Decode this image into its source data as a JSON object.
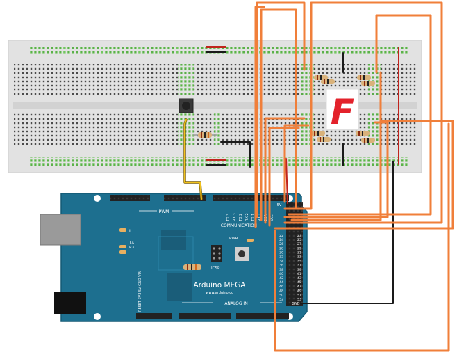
{
  "board": {
    "name": "Arduino MEGA",
    "url": "www.arduino.cc",
    "pwm_label": "PWM",
    "communication_label": "COMMUNICATION",
    "analog_label": "ANALOG IN",
    "icsp_label": "ICSP",
    "pwr_label": "PWR",
    "led_l": "L",
    "led_tx": "TX",
    "led_rx": "RX",
    "power_pins_label": "RESET 3V3 5V GND VIN",
    "comm_pins": [
      "TX 3",
      "RX 3",
      "TX 2",
      "RX 2",
      "TX 1",
      "RX 1",
      "SDA",
      "SCL"
    ],
    "digital_left": [
      "22",
      "24",
      "26",
      "28",
      "30",
      "32",
      "34",
      "36",
      "38",
      "40",
      "42",
      "44",
      "46",
      "48",
      "50",
      "52"
    ],
    "digital_right": [
      "23",
      "25",
      "27",
      "29",
      "31",
      "33",
      "35",
      "37",
      "39",
      "41",
      "43",
      "45",
      "47",
      "49",
      "51",
      "53"
    ],
    "digital_header_bottom": "GND",
    "digital_header_top": "5V"
  },
  "display": {
    "digit": "F",
    "color": "#e3222b"
  },
  "colors": {
    "wire_orange": "#f07f3a",
    "wire_yellow": "#f2c21b",
    "wire_black": "#1a1a1a",
    "wire_red": "#c0241d",
    "board_blue": "#1d6f8f",
    "breadboard": "#e4e4e4"
  }
}
